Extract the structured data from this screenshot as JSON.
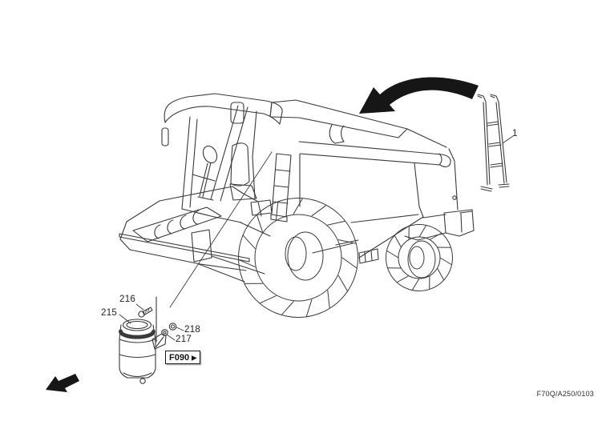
{
  "colors": {
    "background": "#ffffff",
    "line": "#3a3a3a",
    "solid_arrow": "#161616",
    "text": "#1f1f1f"
  },
  "callouts": [
    {
      "label": "1"
    },
    {
      "label": "215"
    },
    {
      "label": "216"
    },
    {
      "label": "217"
    },
    {
      "label": "218"
    }
  ],
  "reference_box": {
    "label": "F090",
    "arrow_icon": "▶"
  },
  "footer": {
    "drawing_code": "F70Q/A250/0103"
  }
}
